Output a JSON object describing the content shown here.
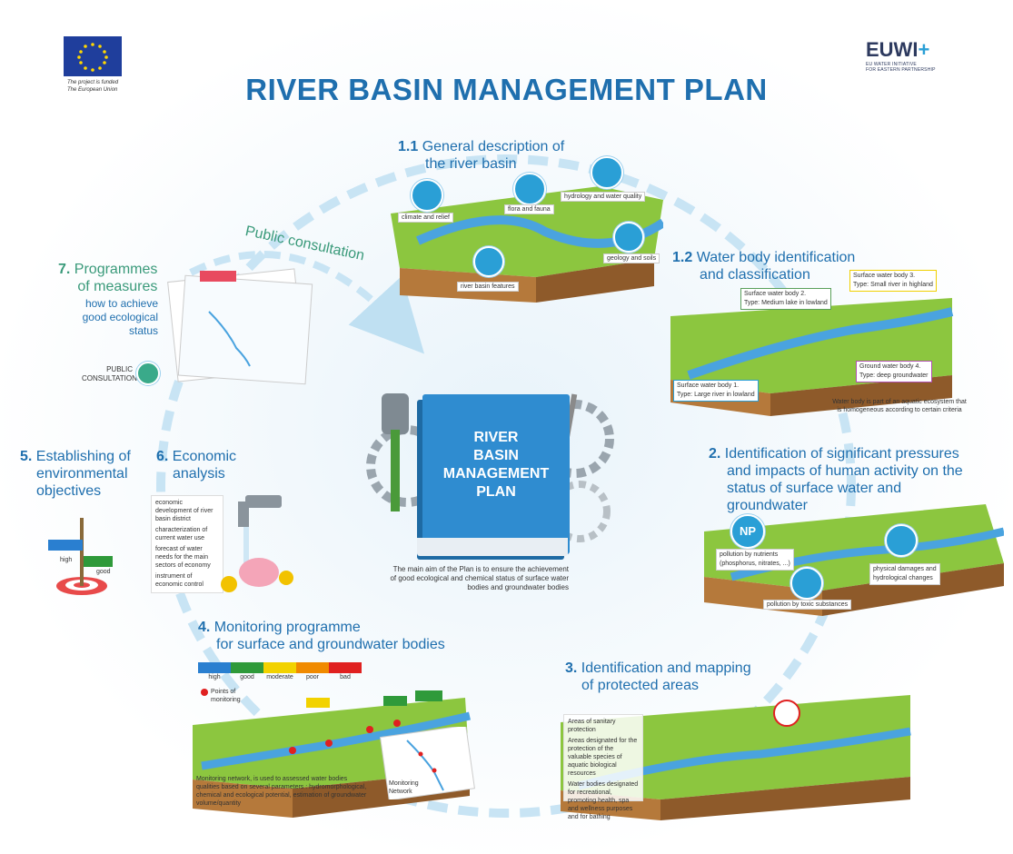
{
  "title": "RIVER BASIN MANAGEMENT PLAN",
  "eu_note_line1": "The project is funded",
  "eu_note_line2": "The European Union",
  "euwi_logo": "EUWI",
  "euwi_plus": "+",
  "euwi_sub1": "EU WATER INITIATIVE",
  "euwi_sub2": "FOR EASTERN PARTNERSHIP",
  "public_consultation": "Public consultation",
  "book": {
    "line1": "RIVER",
    "line2": "BASIN",
    "line3": "MANAGEMENT",
    "line4": "PLAN"
  },
  "main_aim": "The main aim of the Plan is to ensure the achievement of good ecological and chemical status of surface water bodies and groundwater bodies",
  "s11": {
    "num": "1.1",
    "line1": "General description of",
    "line2": "the river basin",
    "labels": [
      "climate and relief",
      "flora and fauna",
      "hydrology and water quality",
      "geology and soils",
      "river basin features"
    ]
  },
  "s12": {
    "num": "1.2",
    "line1": "Water body identification",
    "line2": "and classification",
    "wb3a": "Surface water body 3.",
    "wb3b": "Type: Small river in highland",
    "wb2a": "Surface water body 2.",
    "wb2b": "Type: Medium lake in lowland",
    "wb1a": "Surface water body 1.",
    "wb1b": "Type: Large river in lowland",
    "gw4a": "Ground water body 4.",
    "gw4b": "Type: deep groundwater",
    "note": "Water body is part of an aquatic ecosystem that is homogeneous according to certain criteria"
  },
  "s2": {
    "num": "2.",
    "line1": "Identification of significant pressures",
    "line2": "and impacts of human activity on the",
    "line3": "status of surface water and",
    "line4": "groundwater",
    "np": "NP",
    "l1": "pollution by nutrients",
    "l1b": "(phosphorus, nitrates, ...)",
    "l2": "physical damages and",
    "l2b": "hydrological changes",
    "l3": "pollution by toxic substances"
  },
  "s3": {
    "num": "3.",
    "line1": "Identification and mapping",
    "line2": "of protected areas",
    "items": [
      "Areas of sanitary protection",
      "Areas designated for the protection of the valuable species of aquatic biological resources",
      "Water bodies designated for recreational, promoting health, spa and wellness purposes and for bathing"
    ]
  },
  "s4": {
    "num": "4.",
    "line1": "Monitoring programme",
    "line2": "for surface and groundwater bodies",
    "legend": [
      {
        "label": "high",
        "color": "#2a7fd0"
      },
      {
        "label": "good",
        "color": "#2f9a3a"
      },
      {
        "label": "moderate",
        "color": "#f2d200"
      },
      {
        "label": "poor",
        "color": "#f08a00"
      },
      {
        "label": "bad",
        "color": "#e02020"
      }
    ],
    "points_line1": "Points of",
    "points_line2": "monitoring",
    "network_line1": "Monitoring",
    "network_line2": "Network",
    "desc": "Monitoring network, is used to assessed water bodies qualities based on several parameters : hydromorphological, chemical and ecological potential, estimation of groundwater volume/quantity"
  },
  "s5": {
    "num": "5.",
    "line1": "Establishing of",
    "line2": "environmental",
    "line3": "objectives",
    "high": "high",
    "good": "good"
  },
  "s6": {
    "num": "6.",
    "line1": "Economic",
    "line2": "analysis",
    "items": [
      "economic development of river basin district",
      "characterization of current water use",
      "forecast of water needs for the main sectors of economy",
      "instrument of economic control"
    ]
  },
  "s7": {
    "num": "7.",
    "line1": "Programmes",
    "line2": "of measures",
    "sub1": "how to achieve",
    "sub2": "good ecological",
    "sub3": "status",
    "pc1": "PUBLIC",
    "pc2": "CONSULTATIONS"
  },
  "colors": {
    "title": "#1f6fae",
    "accent": "#2a9fd6",
    "green": "#3a9a7a"
  }
}
